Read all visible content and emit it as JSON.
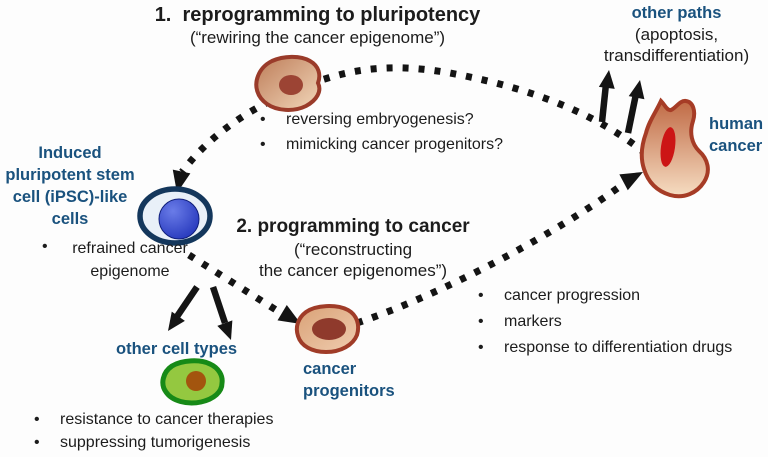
{
  "colors": {
    "heading_blue": "#1a527e",
    "body_text": "#1c1c1c",
    "arrow_black": "#141414"
  },
  "ui": {
    "bullet_char": "•"
  },
  "section1": {
    "title": "1.  reprogramming to pluripotency",
    "subtitle": "(“rewiring the cancer epigenome”)"
  },
  "section2": {
    "title": "2. programming to cancer",
    "subtitle_lines": [
      "(“reconstructing",
      "the cancer epigenomes”)"
    ]
  },
  "other_paths": {
    "title": "other paths",
    "lines": [
      "(apoptosis,",
      "transdifferentiation)"
    ]
  },
  "human_cancer": {
    "lines": [
      "human",
      "cancer"
    ]
  },
  "ipsc": {
    "lines": [
      "Induced",
      "pluripotent stem",
      "cell (iPSC)-like",
      "cells"
    ]
  },
  "refrained": {
    "lines": [
      "refrained cancer",
      "epigenome"
    ]
  },
  "other_cell_types": {
    "label": "other cell types"
  },
  "cancer_progenitors": {
    "lines": [
      "cancer",
      "progenitors"
    ]
  },
  "bullets_top": {
    "items": [
      "reversing embryogenesis?",
      "mimicking cancer progenitors?"
    ]
  },
  "bullets_right": {
    "items": [
      "cancer progression",
      "markers",
      "response to differentiation drugs"
    ]
  },
  "bullets_bottom": {
    "items": [
      "resistance to cancer therapies",
      "suppressing tumorigenesis"
    ]
  },
  "icons": {
    "cancer_cell_icon": "tan cancer cell",
    "human_cancer_cell_icon": "irregular human cancer cell with red nucleus",
    "ipsc_cell_icon": "blue iPSC-like stem cell",
    "green_cell_icon": "green differentiated cell",
    "progenitor_cell_icon": "cancer progenitor cell"
  }
}
